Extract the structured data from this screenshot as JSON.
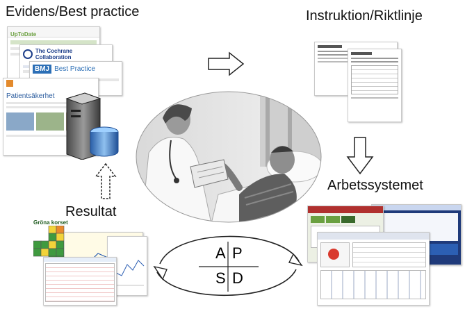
{
  "labels": {
    "evidence": "Evidens/Best practice",
    "instruction": "Instruktion/Riktlinje",
    "worksystem": "Arbetssystemet",
    "result": "Resultat"
  },
  "evidence_sources": {
    "uptodate": "UpToDate",
    "cochrane": "The Cochrane Collaboration",
    "bmj": "BMJ",
    "bmj_sub": "Best Practice",
    "patient_safety": "Patientsäkerhet"
  },
  "pdca": {
    "plan": "P",
    "act": "A",
    "study": "S",
    "do": "D"
  },
  "result_board": {
    "title": "Gröna korset"
  },
  "colors": {
    "arrow_fill": "#ffffff",
    "arrow_stroke": "#222222",
    "green": "#3f9a3f",
    "yellow": "#f2d33a",
    "orange": "#e98a2c"
  }
}
